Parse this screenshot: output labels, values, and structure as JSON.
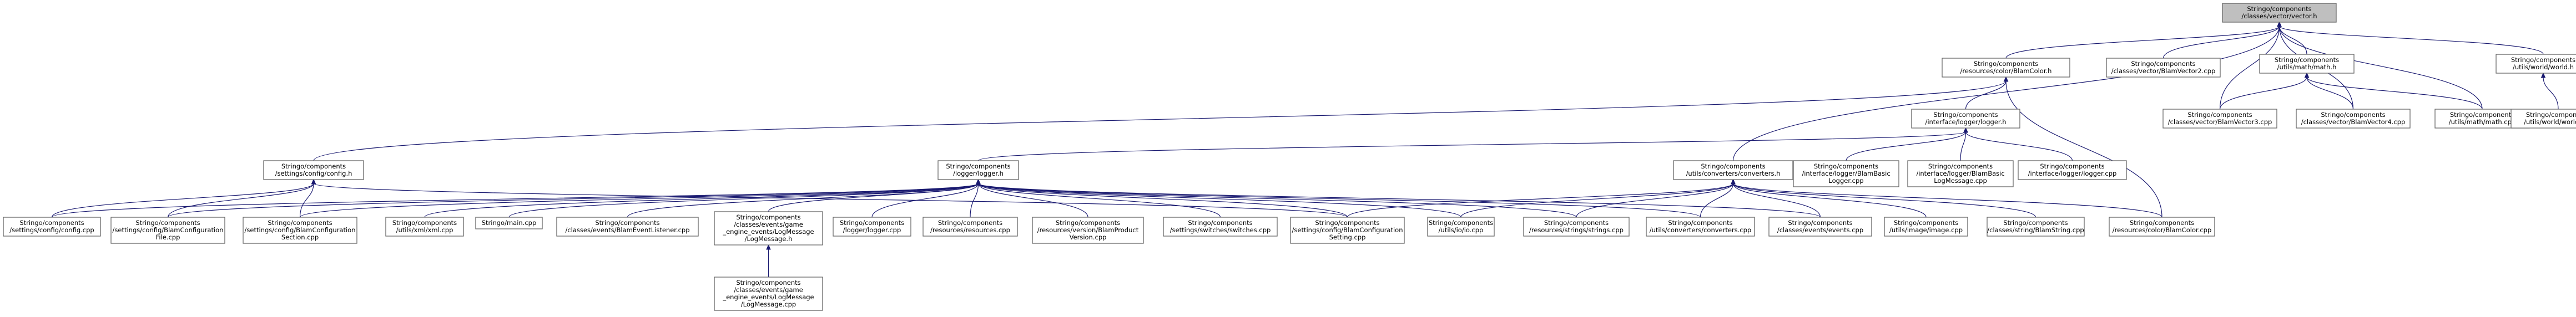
{
  "nodes": [
    {
      "id": "n_vector_h",
      "lines": [
        "Stringo/components",
        "/classes/vector/vector.h"
      ],
      "root": true
    },
    {
      "id": "n_blamcolor_h",
      "lines": [
        "Stringo/components",
        "/resources/color/BlamColor.h"
      ]
    },
    {
      "id": "n_vector2_cpp",
      "lines": [
        "Stringo/components",
        "/classes/vector/BlamVector2.cpp"
      ]
    },
    {
      "id": "n_math_h",
      "lines": [
        "Stringo/components",
        "/utils/math/math.h"
      ]
    },
    {
      "id": "n_world_h",
      "lines": [
        "Stringo/components",
        "/utils/world/world.h"
      ]
    },
    {
      "id": "n_logger_logger_h",
      "lines": [
        "Stringo/components",
        "/interface/logger/logger.h"
      ]
    },
    {
      "id": "n_vector3_cpp",
      "lines": [
        "Stringo/components",
        "/classes/vector/BlamVector3.cpp"
      ]
    },
    {
      "id": "n_vector4_cpp",
      "lines": [
        "Stringo/components",
        "/classes/vector/BlamVector4.cpp"
      ]
    },
    {
      "id": "n_math_cpp",
      "lines": [
        "Stringo/components",
        "/utils/math/math.cpp"
      ]
    },
    {
      "id": "n_world_cpp",
      "lines": [
        "Stringo/components",
        "/utils/world/world.cpp"
      ]
    },
    {
      "id": "n_config_h",
      "lines": [
        "Stringo/components",
        "/settings/config/config.h"
      ]
    },
    {
      "id": "n_logger_h",
      "lines": [
        "Stringo/components",
        "/logger/logger.h"
      ]
    },
    {
      "id": "n_converters_h",
      "lines": [
        "Stringo/components",
        "/utils/converters/converters.h"
      ]
    },
    {
      "id": "n_basic_logger_cpp",
      "lines": [
        "Stringo/components",
        "/interface/logger/BlamBasic",
        "Logger.cpp"
      ]
    },
    {
      "id": "n_basic_logmsg_cpp",
      "lines": [
        "Stringo/components",
        "/interface/logger/BlamBasic",
        "LogMessage.cpp"
      ]
    },
    {
      "id": "n_iface_logger_cpp",
      "lines": [
        "Stringo/components",
        "/interface/logger/logger.cpp"
      ]
    },
    {
      "id": "n_config_cpp",
      "lines": [
        "Stringo/components",
        "/settings/config/config.cpp"
      ]
    },
    {
      "id": "n_cfg_file_cpp",
      "lines": [
        "Stringo/components",
        "/settings/config/BlamConfiguration",
        "File.cpp"
      ]
    },
    {
      "id": "n_cfg_section_cpp",
      "lines": [
        "Stringo/components",
        "/settings/config/BlamConfiguration",
        "Section.cpp"
      ]
    },
    {
      "id": "n_xml_cpp",
      "lines": [
        "Stringo/components",
        "/utils/xml/xml.cpp"
      ]
    },
    {
      "id": "n_main_cpp",
      "lines": [
        "Stringo/main.cpp"
      ]
    },
    {
      "id": "n_event_listener_cpp",
      "lines": [
        "Stringo/components",
        "/classes/events/BlamEventListener.cpp"
      ]
    },
    {
      "id": "n_logmessage_h",
      "lines": [
        "Stringo/components",
        "/classes/events/game",
        "_engine_events/LogMessage",
        "/LogMessage.h"
      ]
    },
    {
      "id": "n_logger_cpp",
      "lines": [
        "Stringo/components",
        "/logger/logger.cpp"
      ]
    },
    {
      "id": "n_resources_cpp",
      "lines": [
        "Stringo/components",
        "/resources/resources.cpp"
      ]
    },
    {
      "id": "n_product_version_cpp",
      "lines": [
        "Stringo/components",
        "/resources/version/BlamProduct",
        "Version.cpp"
      ]
    },
    {
      "id": "n_switches_cpp",
      "lines": [
        "Stringo/components",
        "/settings/switches/switches.cpp"
      ]
    },
    {
      "id": "n_cfg_setting_cpp",
      "lines": [
        "Stringo/components",
        "/settings/config/BlamConfiguration",
        "Setting.cpp"
      ]
    },
    {
      "id": "n_io_cpp",
      "lines": [
        "Stringo/components",
        "/utils/io/io.cpp"
      ]
    },
    {
      "id": "n_strings_cpp",
      "lines": [
        "Stringo/components",
        "/resources/strings/strings.cpp"
      ]
    },
    {
      "id": "n_converters_cpp",
      "lines": [
        "Stringo/components",
        "/utils/converters/converters.cpp"
      ]
    },
    {
      "id": "n_events_cpp",
      "lines": [
        "Stringo/components",
        "/classes/events/events.cpp"
      ]
    },
    {
      "id": "n_image_cpp",
      "lines": [
        "Stringo/components",
        "/utils/image/image.cpp"
      ]
    },
    {
      "id": "n_blamstring_cpp",
      "lines": [
        "Stringo/components",
        "/classes/string/BlamString.cpp"
      ]
    },
    {
      "id": "n_blamcolor_cpp",
      "lines": [
        "Stringo/components",
        "/resources/color/BlamColor.cpp"
      ]
    },
    {
      "id": "n_logmessage_cpp",
      "lines": [
        "Stringo/components",
        "/classes/events/game",
        "_engine_events/LogMessage",
        "/LogMessage.cpp"
      ]
    }
  ],
  "edges": [
    [
      "n_vector_h",
      "n_blamcolor_h"
    ],
    [
      "n_vector_h",
      "n_vector2_cpp"
    ],
    [
      "n_vector_h",
      "n_math_h"
    ],
    [
      "n_vector_h",
      "n_world_h"
    ],
    [
      "n_vector_h",
      "n_vector3_cpp"
    ],
    [
      "n_vector_h",
      "n_vector4_cpp"
    ],
    [
      "n_vector_h",
      "n_math_cpp"
    ],
    [
      "n_vector_h",
      "n_converters_h"
    ],
    [
      "n_blamcolor_h",
      "n_logger_logger_h"
    ],
    [
      "n_blamcolor_h",
      "n_config_h"
    ],
    [
      "n_blamcolor_h",
      "n_blamcolor_cpp"
    ],
    [
      "n_math_h",
      "n_vector3_cpp"
    ],
    [
      "n_math_h",
      "n_vector4_cpp"
    ],
    [
      "n_math_h",
      "n_math_cpp"
    ],
    [
      "n_world_h",
      "n_world_cpp"
    ],
    [
      "n_logger_logger_h",
      "n_logger_h"
    ],
    [
      "n_logger_logger_h",
      "n_basic_logger_cpp"
    ],
    [
      "n_logger_logger_h",
      "n_basic_logmsg_cpp"
    ],
    [
      "n_logger_logger_h",
      "n_iface_logger_cpp"
    ],
    [
      "n_config_h",
      "n_config_cpp"
    ],
    [
      "n_config_h",
      "n_cfg_file_cpp"
    ],
    [
      "n_config_h",
      "n_cfg_section_cpp"
    ],
    [
      "n_config_h",
      "n_cfg_setting_cpp"
    ],
    [
      "n_logger_h",
      "n_config_cpp"
    ],
    [
      "n_logger_h",
      "n_cfg_file_cpp"
    ],
    [
      "n_logger_h",
      "n_cfg_section_cpp"
    ],
    [
      "n_logger_h",
      "n_xml_cpp"
    ],
    [
      "n_logger_h",
      "n_main_cpp"
    ],
    [
      "n_logger_h",
      "n_event_listener_cpp"
    ],
    [
      "n_logger_h",
      "n_logmessage_h"
    ],
    [
      "n_logger_h",
      "n_logger_cpp"
    ],
    [
      "n_logger_h",
      "n_resources_cpp"
    ],
    [
      "n_logger_h",
      "n_product_version_cpp"
    ],
    [
      "n_logger_h",
      "n_switches_cpp"
    ],
    [
      "n_logger_h",
      "n_cfg_setting_cpp"
    ],
    [
      "n_logger_h",
      "n_io_cpp"
    ],
    [
      "n_logger_h",
      "n_strings_cpp"
    ],
    [
      "n_logger_h",
      "n_converters_cpp"
    ],
    [
      "n_logger_h",
      "n_events_cpp"
    ],
    [
      "n_logmessage_h",
      "n_logmessage_cpp"
    ],
    [
      "n_converters_h",
      "n_cfg_setting_cpp"
    ],
    [
      "n_converters_h",
      "n_io_cpp"
    ],
    [
      "n_converters_h",
      "n_strings_cpp"
    ],
    [
      "n_converters_h",
      "n_converters_cpp"
    ],
    [
      "n_converters_h",
      "n_events_cpp"
    ],
    [
      "n_converters_h",
      "n_image_cpp"
    ],
    [
      "n_converters_h",
      "n_blamstring_cpp"
    ],
    [
      "n_converters_h",
      "n_blamcolor_cpp"
    ]
  ]
}
